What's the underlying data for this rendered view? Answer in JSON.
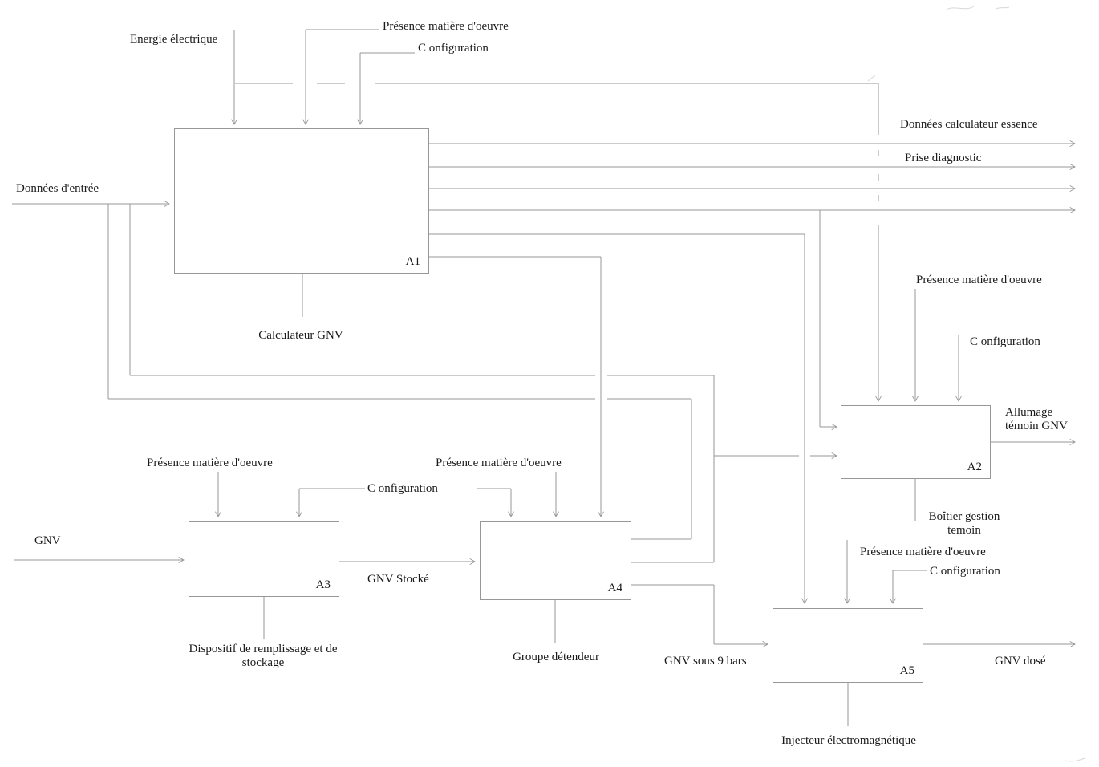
{
  "diagram_type": "SADT / IDEF0 actigram",
  "colors": {
    "background": "#ffffff",
    "line": "#979797",
    "box_border": "#979797",
    "text": "#1a1a1a",
    "arrowhead": "#111111"
  },
  "boxes": [
    {
      "id": "A1",
      "name": "Calculateur GNV"
    },
    {
      "id": "A2",
      "name": "Boîtier gestion temoin"
    },
    {
      "id": "A3",
      "name": "Dispositif de remplissage et de stockage"
    },
    {
      "id": "A4",
      "name": "Groupe détendeur"
    },
    {
      "id": "A5",
      "name": "Injecteur électromagnétique"
    }
  ],
  "flows": {
    "donnees_entree": "Données d'entrée",
    "energie_electrique": "Energie électrique",
    "presence_matiere_a1": "Présence matière d'oeuvre",
    "configuration_a1": "C onfiguration",
    "donnees_calculateur_essence": "Données calculateur essence",
    "prise_diagnostic": "Prise diagnostic",
    "presence_matiere_a2": "Présence matière d'oeuvre",
    "configuration_a2": "C onfiguration",
    "allumage_temoin_gnv": "Allumage témoin GNV",
    "gnv": "GNV",
    "presence_matiere_a3": "Présence matière d'oeuvre",
    "configuration_a3_a4": "C onfiguration",
    "presence_matiere_a4": "Présence matière d'oeuvre",
    "gnv_stocke": "GNV Stocké",
    "gnv_sous_9_bars": "GNV sous 9 bars",
    "presence_matiere_a5": "Présence matière d'oeuvre",
    "configuration_a5": "C onfiguration",
    "gnv_dose": "GNV dosé"
  }
}
